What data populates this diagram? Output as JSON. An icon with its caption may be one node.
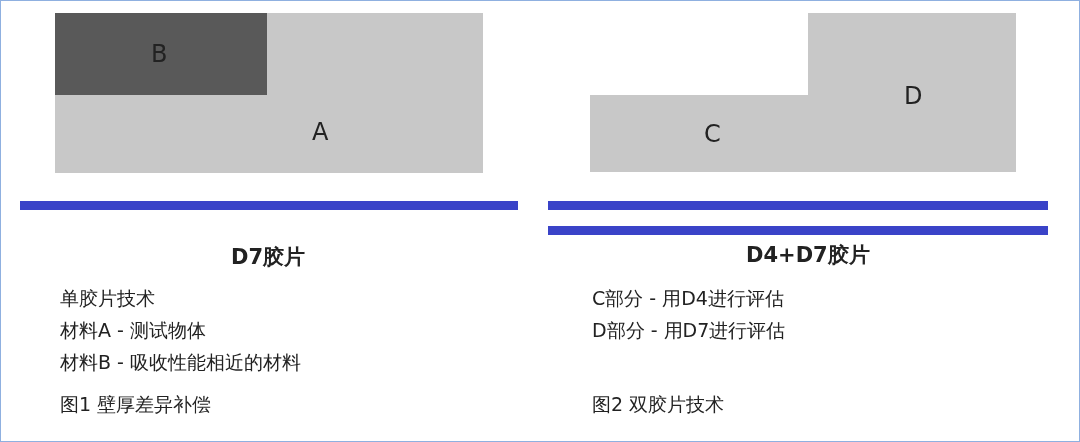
{
  "diagram": {
    "nodes": [
      {
        "text": [
          "A"
        ]
      },
      {
        "text": [
          "B"
        ],
        "in": 0
      },
      {
        "text": [
          "C"
        ]
      },
      {
        "text": [
          "D"
        ]
      }
    ],
    "edges": [],
    "labels": [
      "D7胶片",
      "单胶片技术",
      "材料A - 测试物体",
      "材料B - 吸收性能相近的材料",
      "图1 壁厚差异补偿",
      "D4+D7胶片",
      "C部分 - 用D4进行评估",
      "D部分 - 用D7进行评估",
      "图2 双胶片技术"
    ]
  }
}
